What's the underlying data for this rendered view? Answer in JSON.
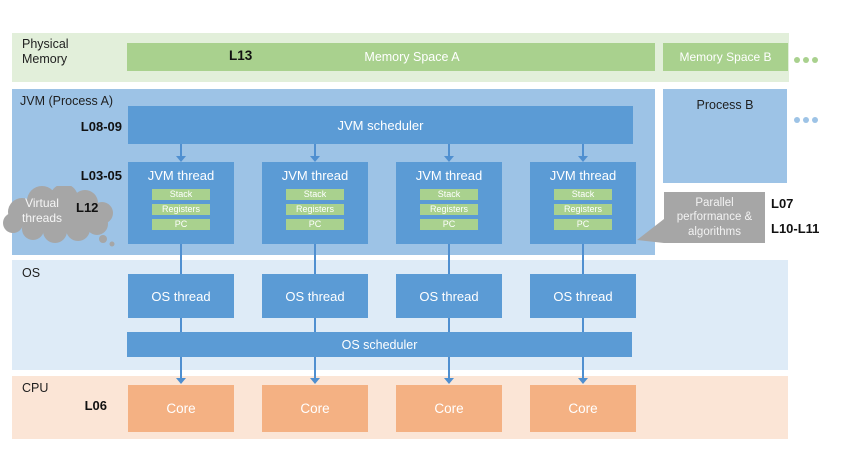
{
  "colors": {
    "physical_band": "#e2efda",
    "memory_bar": "#a9d18e",
    "jvm_band": "#9dc3e6",
    "blue_box": "#5b9bd5",
    "os_band": "#deebf7",
    "cpu_band": "#fbe5d6",
    "core_box": "#f4b183",
    "gray_callout": "#a6a6a6",
    "arrow": "#4f8fd0"
  },
  "physical_memory": {
    "band_label": "Physical Memory",
    "l13_label": "L13",
    "memory_space_a": "Memory Space A",
    "memory_space_b": "Memory Space B"
  },
  "jvm": {
    "band_label": "JVM (Process A)",
    "l08_09_label": "L08-09",
    "l03_05_label": "L03-05",
    "scheduler_label": "JVM scheduler",
    "threads": [
      {
        "title": "JVM thread",
        "stack": "Stack",
        "registers": "Registers",
        "pc": "PC"
      },
      {
        "title": "JVM thread",
        "stack": "Stack",
        "registers": "Registers",
        "pc": "PC"
      },
      {
        "title": "JVM thread",
        "stack": "Stack",
        "registers": "Registers",
        "pc": "PC"
      },
      {
        "title": "JVM thread",
        "stack": "Stack",
        "registers": "Registers",
        "pc": "PC"
      }
    ]
  },
  "virtual_threads_cloud": {
    "label": "Virtual threads",
    "l12_label": "L12"
  },
  "process_b": {
    "label": "Process B"
  },
  "callout": {
    "label": "Parallel performance & algorithms",
    "l07_label": "L07",
    "l10_11_label": "L10-L11"
  },
  "os": {
    "band_label": "OS",
    "scheduler_label": "OS scheduler",
    "threads": [
      "OS thread",
      "OS thread",
      "OS thread",
      "OS thread"
    ]
  },
  "cpu": {
    "band_label": "CPU",
    "l06_label": "L06",
    "cores": [
      "Core",
      "Core",
      "Core",
      "Core"
    ]
  }
}
